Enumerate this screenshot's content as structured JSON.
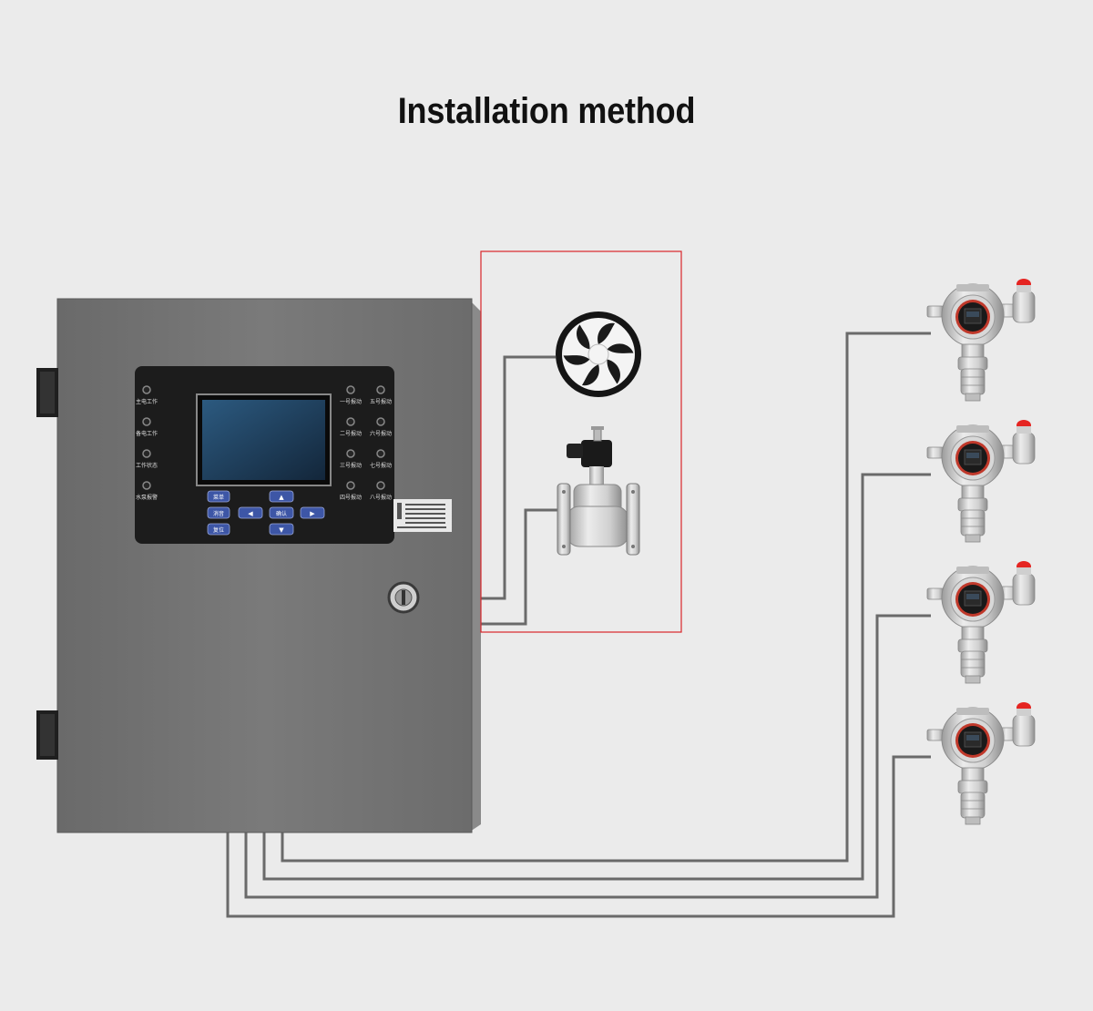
{
  "page": {
    "title": "Installation method"
  },
  "colors": {
    "background": "#ebebeb",
    "cabinet": "#737373",
    "panel": "#1c1c1c",
    "screen": "#1f3a55",
    "wire": "#6a6a6a",
    "highlight_box": "#d9262a",
    "key_blue": "#3d56a6",
    "detector_metal": "#c9c9c9",
    "beacon": "#e52421"
  },
  "controller": {
    "left_indicators": [
      "主电工作",
      "备电工作",
      "工作状态",
      "水泵报警"
    ],
    "right_indicators_col1": [
      "一号报动",
      "二号报动",
      "三号报动",
      "四号报动"
    ],
    "right_indicators_col2": [
      "五号报动",
      "六号报动",
      "七号报动",
      "八号报动"
    ],
    "keys": {
      "menu": "菜单",
      "mute": "消音",
      "reset": "复位",
      "up": "▲",
      "down": "▼",
      "left": "◀",
      "right": "▶",
      "confirm": "确认"
    },
    "icons": [
      "key-lock-icon",
      "door-hinge-icon"
    ]
  },
  "output_devices": {
    "icons": [
      "exhaust-fan-icon",
      "solenoid-valve-icon"
    ]
  },
  "detectors": {
    "count": 4,
    "icon": "gas-detector-icon"
  }
}
